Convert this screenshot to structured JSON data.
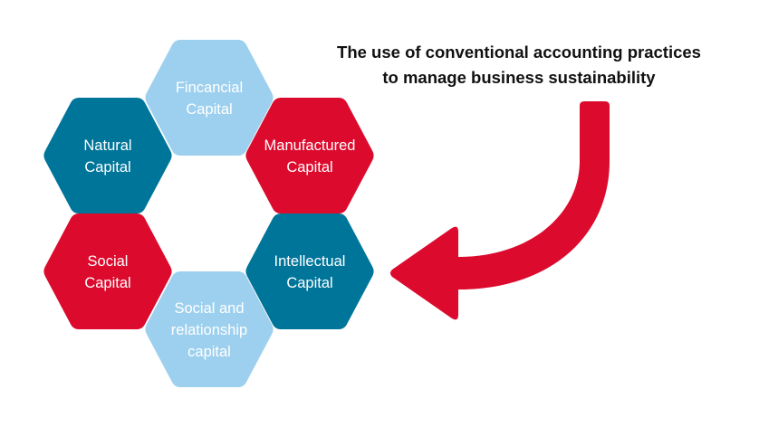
{
  "colors": {
    "dark_blue": "#00759A",
    "red": "#DC0A2D",
    "light_blue": "#9DD0EE",
    "text_on_hex": "#FFFFFF",
    "caption_text": "#111111"
  },
  "caption": {
    "line1": "The use of conventional accounting practices",
    "line2": "to manage business sustainability"
  },
  "hexagons": [
    {
      "id": "financial",
      "lines": [
        "Fincancial",
        "Capital"
      ],
      "color": "light_blue"
    },
    {
      "id": "natural",
      "lines": [
        "Natural",
        "Capital"
      ],
      "color": "dark_blue"
    },
    {
      "id": "manufactured",
      "lines": [
        "Manufactured",
        "Capital"
      ],
      "color": "red"
    },
    {
      "id": "social",
      "lines": [
        "Social",
        "Capital"
      ],
      "color": "red"
    },
    {
      "id": "intellectual",
      "lines": [
        "Intellectual",
        "Capital"
      ],
      "color": "dark_blue"
    },
    {
      "id": "social-relationship",
      "lines": [
        "Social and",
        "relationship",
        "capital"
      ],
      "color": "light_blue"
    }
  ],
  "arrow": {
    "color": "red",
    "direction": "curving down then left toward hexagon ring"
  }
}
